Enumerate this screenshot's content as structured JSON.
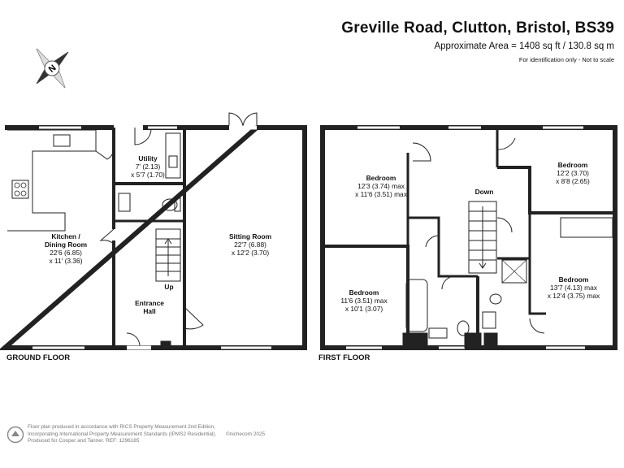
{
  "header": {
    "title": "Greville Road, Clutton, Bristol, BS39",
    "area": "Approximate Area = 1408 sq ft / 130.8 sq m",
    "note": "For identification only - Not to scale"
  },
  "compass": {
    "letter": "N"
  },
  "floors": {
    "ground": {
      "label": "GROUND FLOOR"
    },
    "first": {
      "label": "FIRST FLOOR"
    }
  },
  "rooms": {
    "utility": {
      "name": "Utility",
      "dim1": "7' (2.13)",
      "dim2": "x 5'7 (1.70)"
    },
    "kitchen": {
      "name1": "Kitchen /",
      "name2": "Dining Room",
      "dim1": "22'6 (6.85)",
      "dim2": "x 11' (3.36)"
    },
    "sitting": {
      "name": "Sitting Room",
      "dim1": "22'7 (6.88)",
      "dim2": "x 12'2 (3.70)"
    },
    "hall": {
      "name1": "Entrance",
      "name2": "Hall"
    },
    "stairs_up": "Up",
    "stairs_down": "Down",
    "bed1": {
      "name": "Bedroom",
      "dim1": "12'3 (3.74) max",
      "dim2": "x 11'6 (3.51) max"
    },
    "bed2": {
      "name": "Bedroom",
      "dim1": "12'2 (3.70)",
      "dim2": "x 8'8 (2.65)"
    },
    "bed3": {
      "name": "Bedroom",
      "dim1": "11'6 (3.51) max",
      "dim2": "x 10'1 (3.07)"
    },
    "bed4": {
      "name": "Bedroom",
      "dim1": "13'7 (4.13) max",
      "dim2": "x 12'4 (3.75) max"
    }
  },
  "footer": {
    "line1": "Floor plan produced in accordance with RICS Property Measurement 2nd Edition,",
    "line2": "Incorporating International Property Measurement Standards (IPMS2 Residential).",
    "line3": "Produced for Cooper and Tanner.  REF: 1296185",
    "copyright": "©nichecom 2025"
  }
}
